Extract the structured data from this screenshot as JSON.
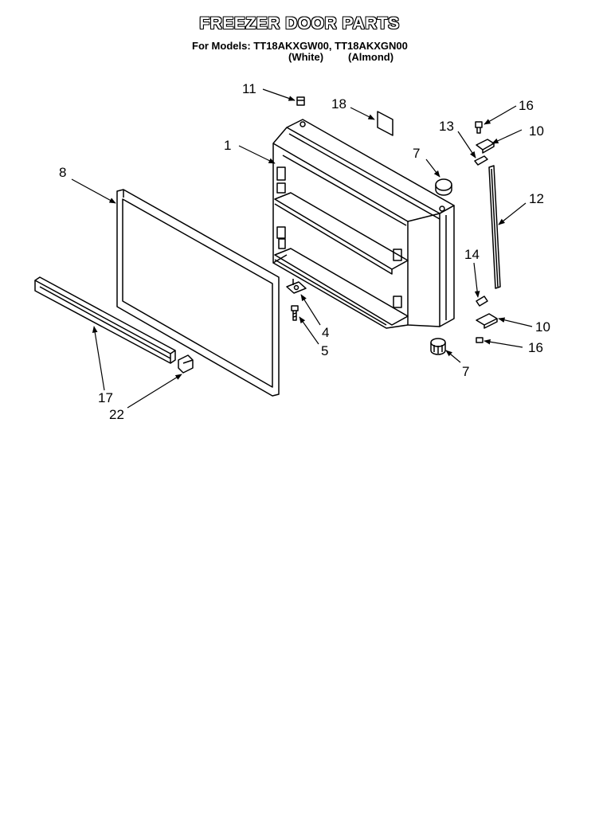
{
  "header": {
    "title": "FREEZER DOOR PARTS",
    "models": "For Models: TT18AKXGW00, TT18AKXGN00",
    "variant_white": "(White)",
    "variant_almond": "(Almond)"
  },
  "callouts": {
    "c1": "1",
    "c4": "4",
    "c5": "5",
    "c7a": "7",
    "c7b": "7",
    "c8": "8",
    "c10a": "10",
    "c10b": "10",
    "c11": "11",
    "c12": "12",
    "c13": "13",
    "c14": "14",
    "c16a": "16",
    "c16b": "16",
    "c17": "17",
    "c18": "18",
    "c22": "22"
  }
}
